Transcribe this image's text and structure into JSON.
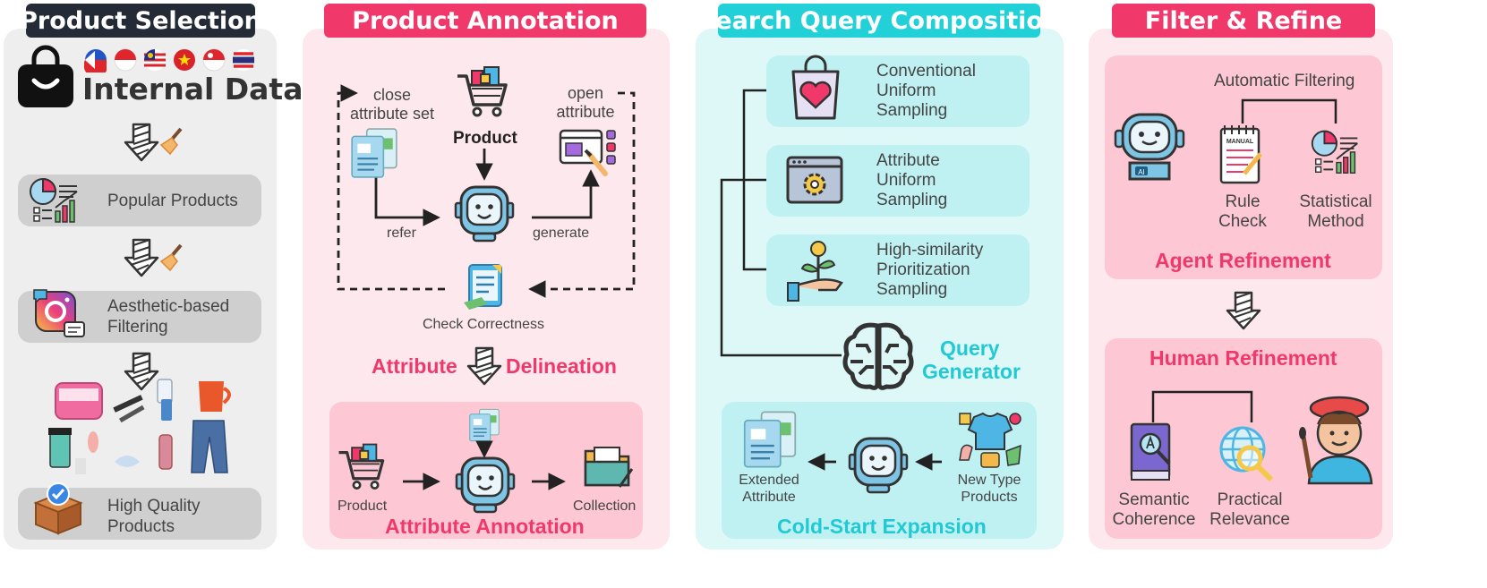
{
  "colors": {
    "header_dark": "#252b36",
    "header_pink": "#f0386b",
    "header_cyan": "#22d1d8",
    "panel_gray": "#eeeeee",
    "panel_pink": "#fde8ee",
    "panel_cyan": "#def8f8",
    "box_gray": "#cfcfd0",
    "box_pink": "#fdc8d4",
    "box_cyan": "#bff1f3"
  },
  "product_selection": {
    "title": "Product Selection",
    "internal_data": "Internal Data",
    "popular_products": "Popular Products",
    "aesthetic_filtering": [
      "Aesthetic-based",
      "Filtering"
    ],
    "high_quality": [
      "High Quality",
      "Products"
    ]
  },
  "product_annotation": {
    "title": "Product Annotation",
    "close_attr": [
      "close",
      "attribute set"
    ],
    "open_attr": [
      "open",
      "attribute"
    ],
    "product": "Product",
    "refer": "refer",
    "generate": "generate",
    "check": "Check Correctness",
    "delineation_left": "Attribute",
    "delineation_right": "Delineation",
    "ann_product": "Product",
    "ann_collection": "Collection",
    "ann_title": "Attribute Annotation"
  },
  "search_query": {
    "title": "Search Query Composition",
    "strategies": [
      [
        "Conventional",
        "Uniform",
        "Sampling"
      ],
      [
        "Attribute",
        "Uniform",
        "Sampling"
      ],
      [
        "High-similarity",
        "Prioritization",
        "Sampling"
      ]
    ],
    "generator": [
      "Query",
      "Generator"
    ],
    "extended": [
      "Extended",
      "Attribute"
    ],
    "new_type": [
      "New Type",
      "Products"
    ],
    "cold_start": "Cold-Start Expansion"
  },
  "filter_refine": {
    "title": "Filter & Refine",
    "auto": "Automatic Filtering",
    "rule_check": [
      "Rule",
      "Check"
    ],
    "statistical": [
      "Statistical",
      "Method"
    ],
    "agent_ref": "Agent Refinement",
    "human_ref": "Human Refinement",
    "semantic": [
      "Semantic",
      "Coherence"
    ],
    "practical": [
      "Practical",
      "Relevance"
    ],
    "manual_tag": "MANUAL",
    "ai_tag": "AI"
  }
}
